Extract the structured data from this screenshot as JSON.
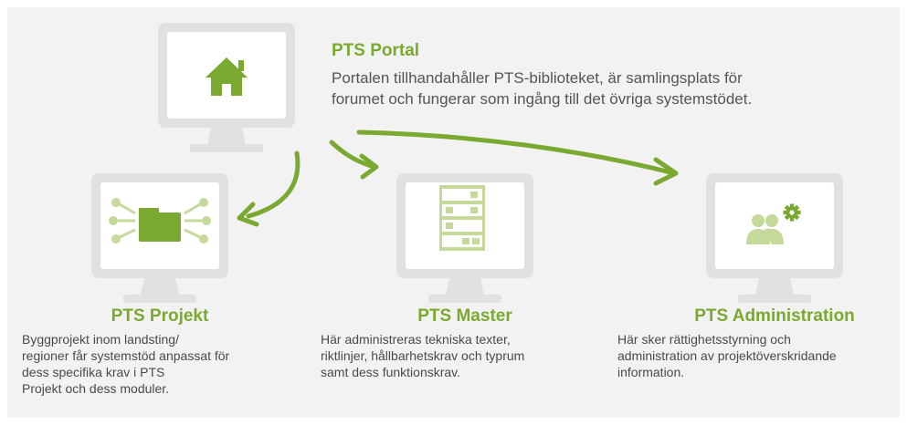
{
  "portal": {
    "title": "PTS Portal",
    "description_lines": [
      "Portalen tillhandahåller PTS-biblioteket, är samlingsplats för",
      "forumet och fungerar som ingång till det övriga systemstödet."
    ]
  },
  "projekt": {
    "title": "PTS Projekt",
    "description_lines": [
      "Byggprojekt inom landsting/",
      "regioner får systemstöd anpassat för",
      "dess specifika krav i PTS",
      "Projekt och dess moduler."
    ]
  },
  "master": {
    "title": "PTS Master",
    "description_lines": [
      "Här administreras tekniska texter,",
      "riktlinjer, hållbarhetskrav och typrum",
      "samt dess funktionskrav."
    ]
  },
  "administration": {
    "title": "PTS Administration",
    "description_lines": [
      "Här sker rättighetsstyrning och",
      "administration av projektöverskridande",
      "information."
    ]
  },
  "colors": {
    "accent_green": "#7aa932",
    "light_green": "#c5d99a",
    "monitor_gray": "#e2e2e2",
    "background": "#f2f2f2"
  },
  "icons": [
    "house-icon",
    "folder-network-icon",
    "server-rack-icon",
    "users-gear-icon"
  ]
}
